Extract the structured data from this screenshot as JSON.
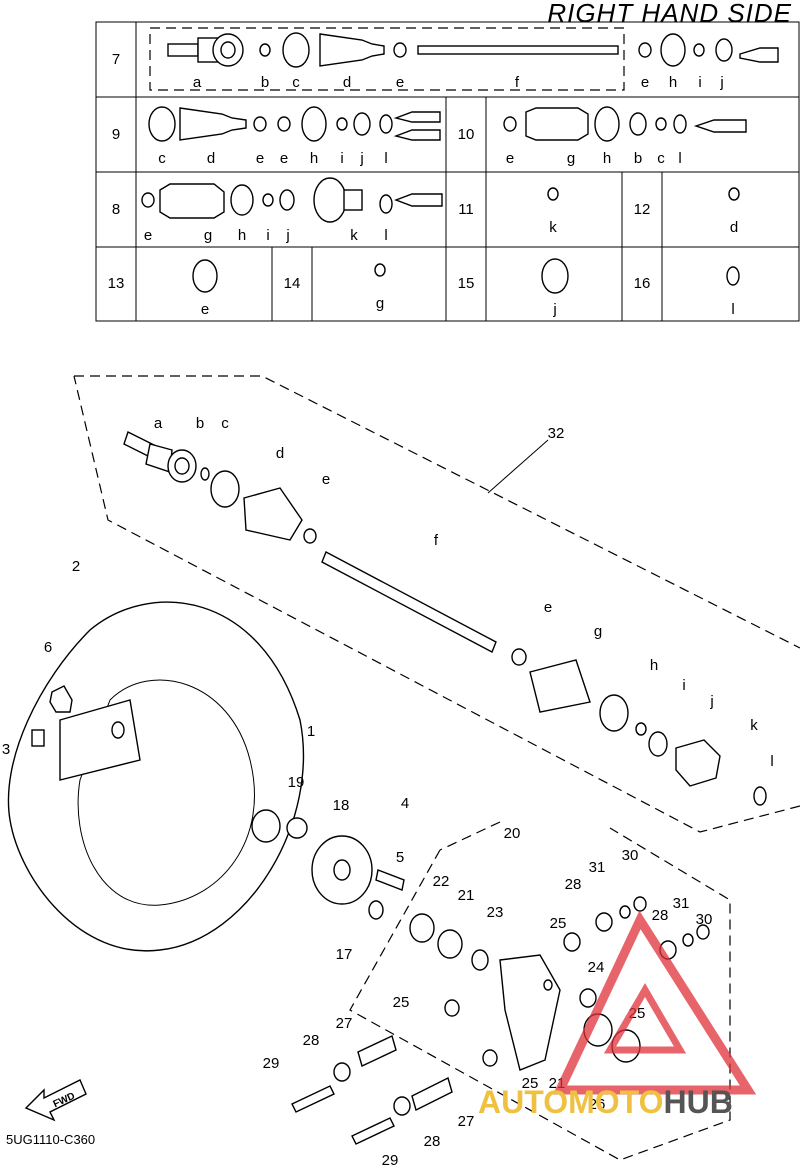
{
  "header": {
    "title": "RIGHT HAND SIDE"
  },
  "table": {
    "rows": [
      {
        "id": "row-7",
        "num": "7",
        "labels": [
          "a",
          "b",
          "c",
          "d",
          "e",
          "f",
          "e",
          "h",
          "i",
          "j"
        ]
      },
      {
        "id": "row-9",
        "num": "9",
        "labels": [
          "c",
          "d",
          "e",
          "e",
          "h",
          "i",
          "j",
          "l"
        ]
      },
      {
        "id": "row-10",
        "num": "10",
        "labels": [
          "e",
          "g",
          "h",
          "b",
          "c",
          "l"
        ]
      },
      {
        "id": "row-8",
        "num": "8",
        "labels": [
          "e",
          "g",
          "h",
          "i",
          "j",
          "k",
          "l"
        ]
      },
      {
        "id": "row-11",
        "num": "11",
        "labels": [
          "k"
        ]
      },
      {
        "id": "row-12",
        "num": "12",
        "labels": [
          "d"
        ]
      },
      {
        "id": "row-13",
        "num": "13",
        "labels": [
          "e"
        ]
      },
      {
        "id": "row-14",
        "num": "14",
        "labels": [
          "g"
        ]
      },
      {
        "id": "row-15",
        "num": "15",
        "labels": [
          "j"
        ]
      },
      {
        "id": "row-16",
        "num": "16",
        "labels": [
          "l"
        ]
      }
    ]
  },
  "diagram": {
    "shaft_letters": [
      "a",
      "b",
      "c",
      "d",
      "e",
      "f",
      "e",
      "g",
      "h",
      "i",
      "j",
      "k",
      "l"
    ],
    "callouts": [
      "32",
      "2",
      "6",
      "3",
      "1",
      "19",
      "18",
      "4",
      "5",
      "17",
      "20",
      "22",
      "21",
      "23",
      "31",
      "30",
      "28",
      "31",
      "30",
      "28",
      "25",
      "24",
      "25",
      "25",
      "27",
      "28",
      "29",
      "25",
      "21",
      "26",
      "27",
      "28",
      "29"
    ],
    "fwd": "FWD"
  },
  "footer": {
    "code": "5UG1110-C360"
  },
  "watermark": {
    "part1": "AUTOMOTO",
    "part2": "HUB",
    "color_main": "#f0c040",
    "color_alt": "#e0303a"
  }
}
